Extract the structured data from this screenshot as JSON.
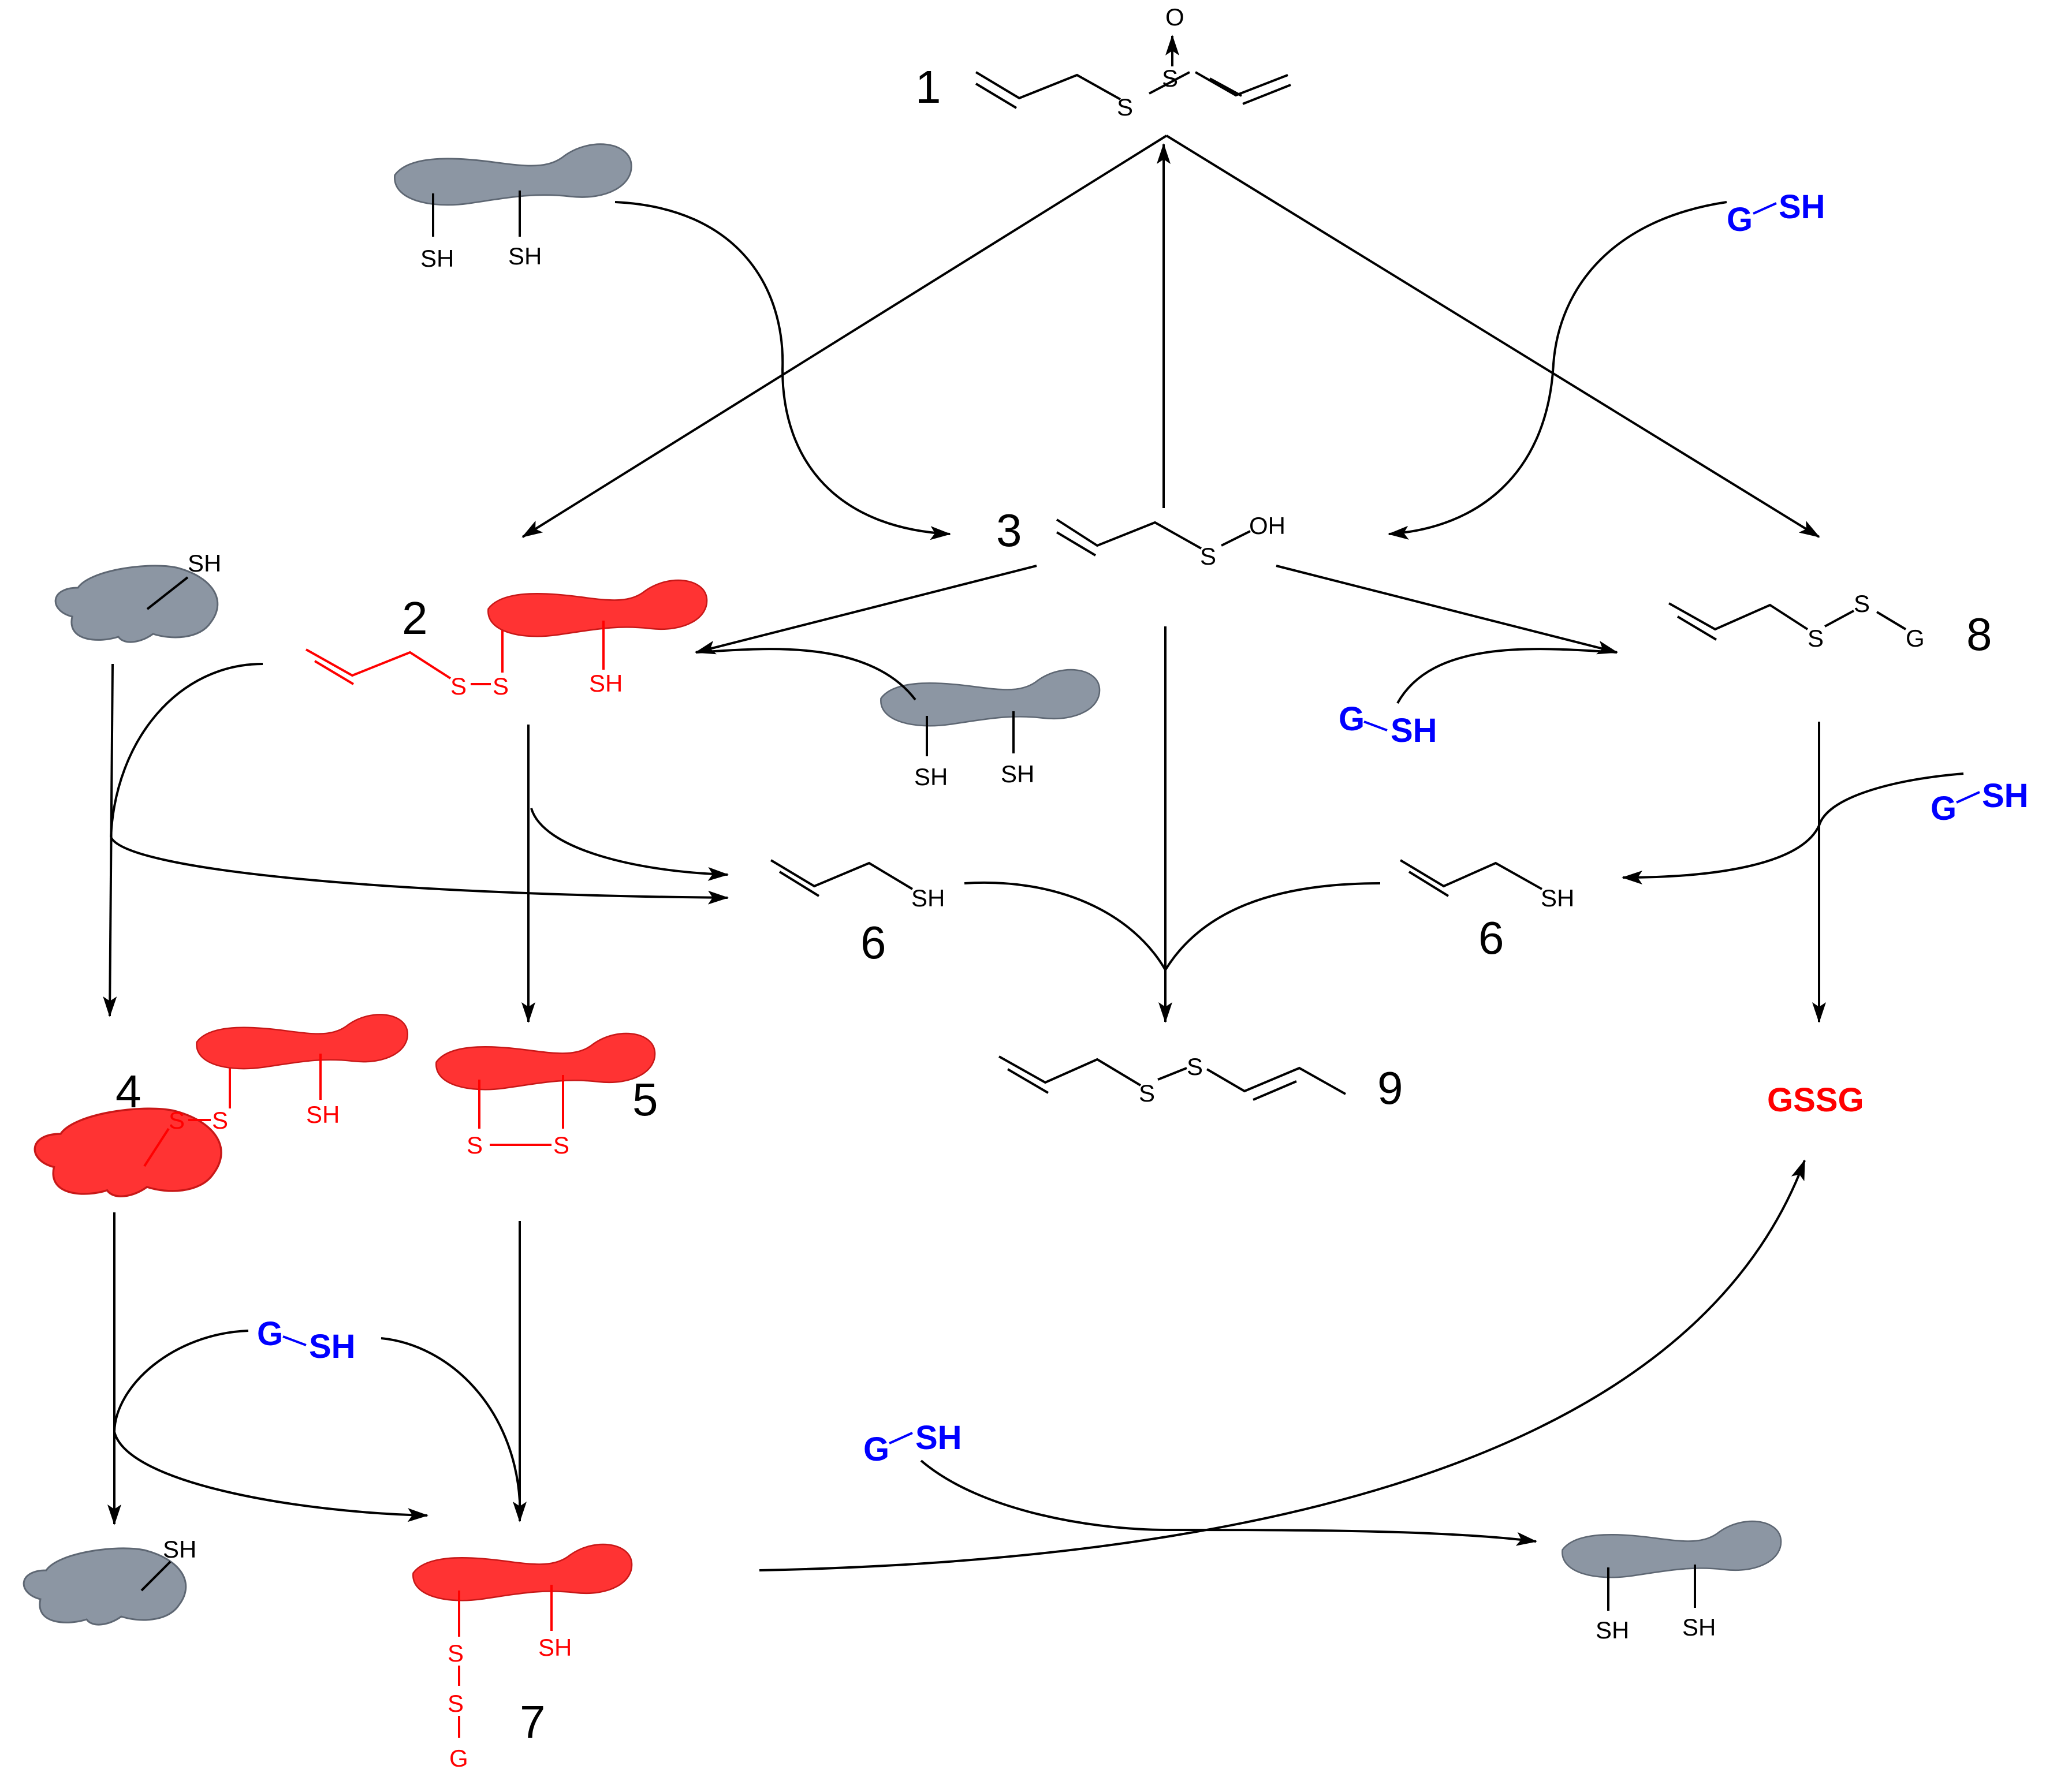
{
  "compounds": {
    "c1": "1",
    "c2": "2",
    "c3": "3",
    "c4": "4",
    "c5": "5",
    "c6a": "6",
    "c6b": "6",
    "c7": "7",
    "c8": "8",
    "c9": "9"
  },
  "atoms": {
    "S": "S",
    "O": "O",
    "OH": "OH",
    "SH": "SH",
    "G": "G"
  },
  "reagents": {
    "glutathione_G": "G",
    "glutathione_SH": "SH",
    "gssg": "GSSG"
  },
  "colors": {
    "protein_native": "#8c96a3",
    "protein_modified": "#ff3333",
    "glutathione": "#0000ff",
    "gssg": "#ff0000",
    "arrows": "#000000"
  }
}
